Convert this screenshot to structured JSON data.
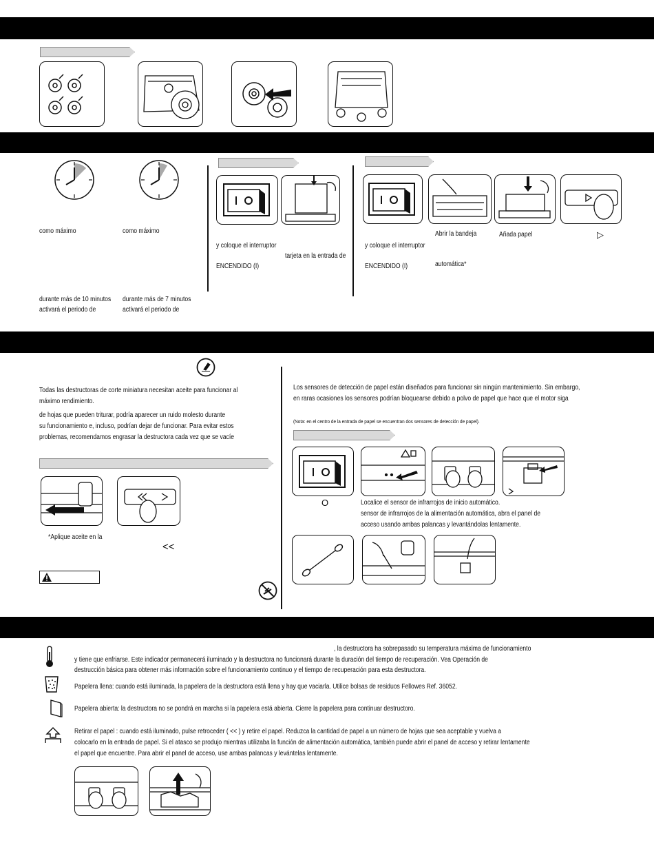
{
  "casters": {},
  "timers": {
    "left": {
      "line1": "como máximo",
      "line2": "durante más de 10 minutos",
      "line3": "activará el periodo de"
    },
    "right": {
      "line1": "como máximo",
      "line2": "durante más de 7 minutos",
      "line3": "activará el periodo de"
    }
  },
  "manual_feed": {
    "text1": "y coloque el interruptor",
    "text2": "tarjeta en la entrada de",
    "text3": "ENCENDIDO (I)"
  },
  "auto_feed": {
    "text1": "y coloque el interruptor",
    "text2": "ENCENDIDO (I)",
    "open_tray": "Abrir la bandeja",
    "auto": "automática*",
    "add_paper": "Añada papel",
    "play_symbol": "▷"
  },
  "oiling": {
    "lines": [
      "Todas las destructoras de corte miniatura necesitan aceite para funcionar al",
      "máximo rendimiento.",
      "de hojas que pueden triturar, podría aparecer un ruido molesto durante",
      "su funcionamiento e, incluso, podrían dejar de funcionar. Para evitar estos",
      "problemas, recomendamos engrasar la destructora cada vez que se vacíe"
    ],
    "apply_oil": "*Aplique aceite en la",
    "reverse_symbol": "<<"
  },
  "sensors": {
    "line1": "Los sensores de detección de papel están diseñados para funcionar sin ningún mantenimiento. Sin embargo,",
    "line2": "en raras ocasiones los sensores podrían bloquearse debido a polvo de papel que hace que el motor siga",
    "note": "(Nota: en el centro de la entrada de papel se encuentran dos sensores de detección de papel).",
    "off_symbol": "O",
    "locate1": "Localice el sensor de infrarrojos de inicio automático.",
    "locate2": "sensor de infrarrojos de la alimentación automática, abra el panel de",
    "locate3": "acceso usando ambas palancas y levantándolas lentamente."
  },
  "indicators": {
    "temp1": ", la destructora ha sobrepasado su temperatura máxima de funcionamiento",
    "temp2": "y tiene que enfriarse. Este indicador permanecerá iluminado y la destructora no funcionará durante la duración del tiempo de recuperación. Vea Operación de",
    "temp3": "destrucción básica para obtener más información sobre el funcionamiento continuo y el tiempo de recuperación para esta destructora.",
    "full": "Papelera llena: cuando está iluminada, la papelera de la destructora está llena y hay que vaciarla. Utilice bolsas de residuos Fellowes Ref. 36052.",
    "open": "Papelera abierta: la destructora no se pondrá en marcha si la papelera está abierta. Cierre la papelera para continuar destructoro.",
    "remove1": "Retirar el papel : cuando está iluminado, pulse retroceder ( << ) y retire el papel. Reduzca la cantidad de papel a un número de hojas que sea aceptable y vuelva a",
    "remove2": "colocarlo en la entrada de papel. Si el atasco se produjo mientras utilizaba la función de alimentación automática, también puede abrir el panel de acceso y retirar lentamente",
    "remove3": "el papel que encuentre. Para abrir el panel de acceso, use ambas palancas y levántelas lentamente."
  }
}
